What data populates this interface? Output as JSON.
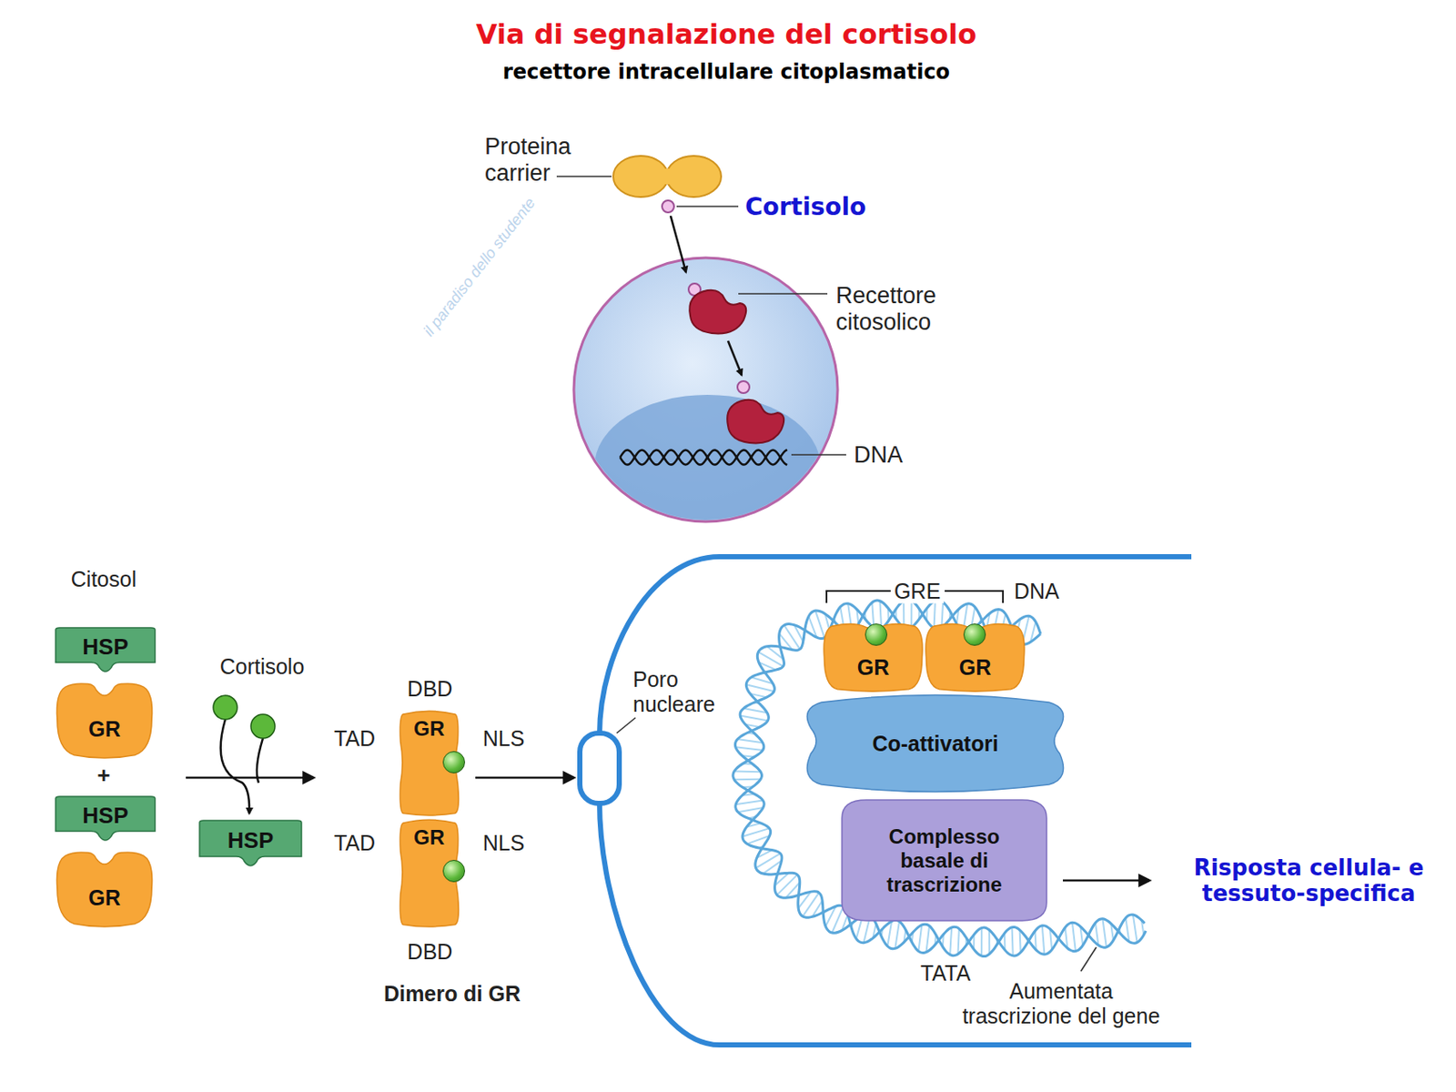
{
  "diagram": {
    "title": "Via di segnalazione del cortisolo",
    "nodes": [
      {
        "text": [
          "HSP"
        ]
      },
      {
        "text": [
          "GR"
        ]
      },
      {
        "text": [
          "HSP"
        ]
      },
      {
        "text": [
          "GR"
        ]
      },
      {
        "text": [
          "HSP"
        ]
      },
      {
        "text": [
          "GR"
        ]
      },
      {
        "text": [
          "GR"
        ]
      },
      {
        "text": [
          "GR"
        ]
      },
      {
        "text": [
          "GR"
        ]
      },
      {
        "text": [
          "Co-attivatori"
        ]
      },
      {
        "text": [
          "Complesso basale di trascrizione"
        ]
      }
    ],
    "labels": [
      "recettore intracellulare citoplasmatico",
      "Proteina carrier",
      "Cortisolo",
      "Recettore citosolico",
      "DNA",
      "Citosol",
      "+",
      "Cortisolo",
      "DBD",
      "TAD",
      "NLS",
      "TAD",
      "NLS",
      "DBD",
      "Dimero di GR",
      "Poro nucleare",
      "GRE",
      "DNA",
      "TATA",
      "Aumentata trascrizione del gene",
      "Risposta cellula- e tessuto-specifica",
      "il paradiso dello studente"
    ]
  }
}
